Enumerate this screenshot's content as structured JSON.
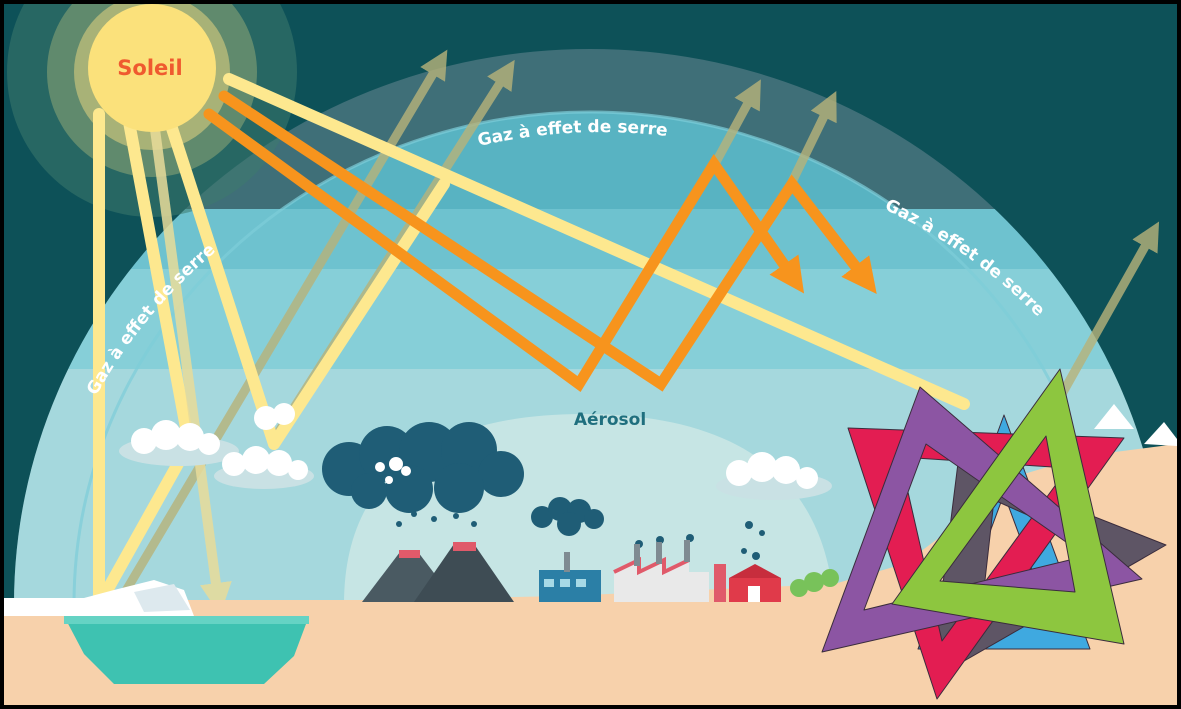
{
  "diagram": {
    "sun_label": "Soleil",
    "greenhouse_labels": [
      "Gaz à effet de serre",
      "Gaz à effet de serre",
      "Gaz à effet de serre"
    ],
    "aerosol_label": "Aérosol"
  },
  "colors": {
    "background": "#0d5158",
    "greenhouse_band": "#3f6f78",
    "atmosphere_outer": "#58b3c2",
    "atmosphere_mid": "#7ccad5",
    "atmosphere_inner": "#a6d9de",
    "ground": "#f7d1ab",
    "sun": "#fbe17b",
    "sun_text": "#ef5a2f",
    "ray_yellow": "#fde88f",
    "ray_orange": "#f7941d",
    "emission_olive": "#b7b37a",
    "ocean": "#3ec2b1",
    "ice": "#ffffff",
    "volcano": "#4a5a62",
    "lava": "#e05a6a",
    "cloud_dark": "#1f5d76",
    "cloud_light": "#ffffff",
    "logo_magenta": "#e31d52",
    "logo_purple": "#8c55a3",
    "logo_blue": "#3fa9e0",
    "logo_green": "#8dc63f",
    "logo_gray": "#5e5565"
  }
}
